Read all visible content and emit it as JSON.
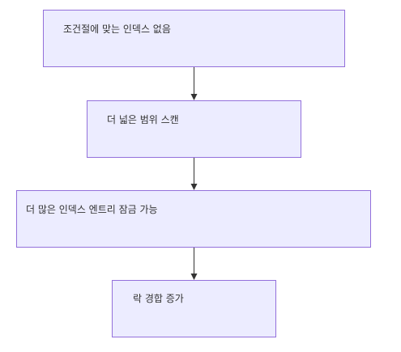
{
  "diagram": {
    "colors": {
      "node_fill": "#ececff",
      "node_border": "#9370db",
      "edge": "#333333",
      "text": "#333333"
    },
    "nodes": [
      {
        "id": "n1",
        "label": "조건절에 맞는 인덱스 없음"
      },
      {
        "id": "n2",
        "label": "더 넓은 범위 스캔"
      },
      {
        "id": "n3",
        "label": "더 많은 인덱스 엔트리 잠금 가능"
      },
      {
        "id": "n4",
        "label": "락 경합 증가"
      }
    ],
    "edges": [
      {
        "from": "n1",
        "to": "n2"
      },
      {
        "from": "n2",
        "to": "n3"
      },
      {
        "from": "n3",
        "to": "n4"
      }
    ]
  }
}
